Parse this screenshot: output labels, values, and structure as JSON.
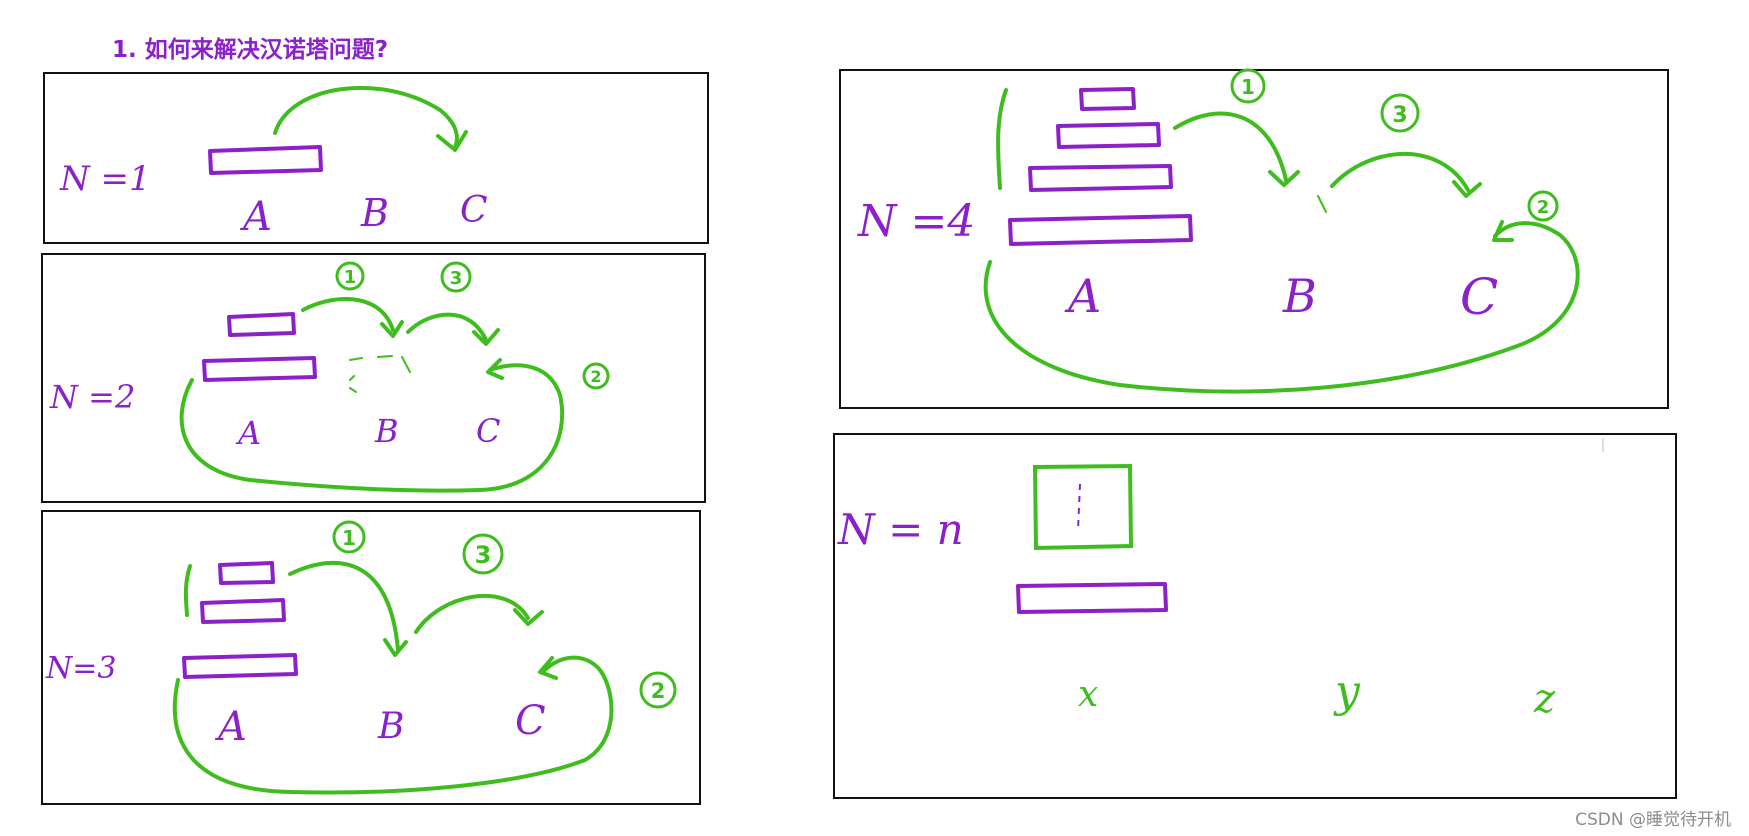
{
  "heading": "1. 如何来解决汉诺塔问题?",
  "watermark": "CSDN @睡觉待开机",
  "colors": {
    "heading": "#8a21c9",
    "disk": "#8a21c9",
    "arrow": "#3fbd1f",
    "frame": "#111111"
  },
  "panels": {
    "n1": {
      "label": "N =1",
      "pegs": [
        "A",
        "B",
        "C"
      ]
    },
    "n2": {
      "label": "N =2",
      "pegs": [
        "A",
        "B",
        "C"
      ],
      "steps": [
        "1",
        "3",
        "2"
      ]
    },
    "n3": {
      "label": "N=3",
      "pegs": [
        "A",
        "B",
        "C"
      ],
      "steps": [
        "1",
        "3",
        "2"
      ]
    },
    "n4": {
      "label": "N =4",
      "pegs": [
        "A",
        "B",
        "C"
      ],
      "steps": [
        "1",
        "3",
        "2"
      ]
    },
    "nn": {
      "label": "N = n",
      "pegs": [
        "x",
        "y",
        "z"
      ]
    }
  }
}
